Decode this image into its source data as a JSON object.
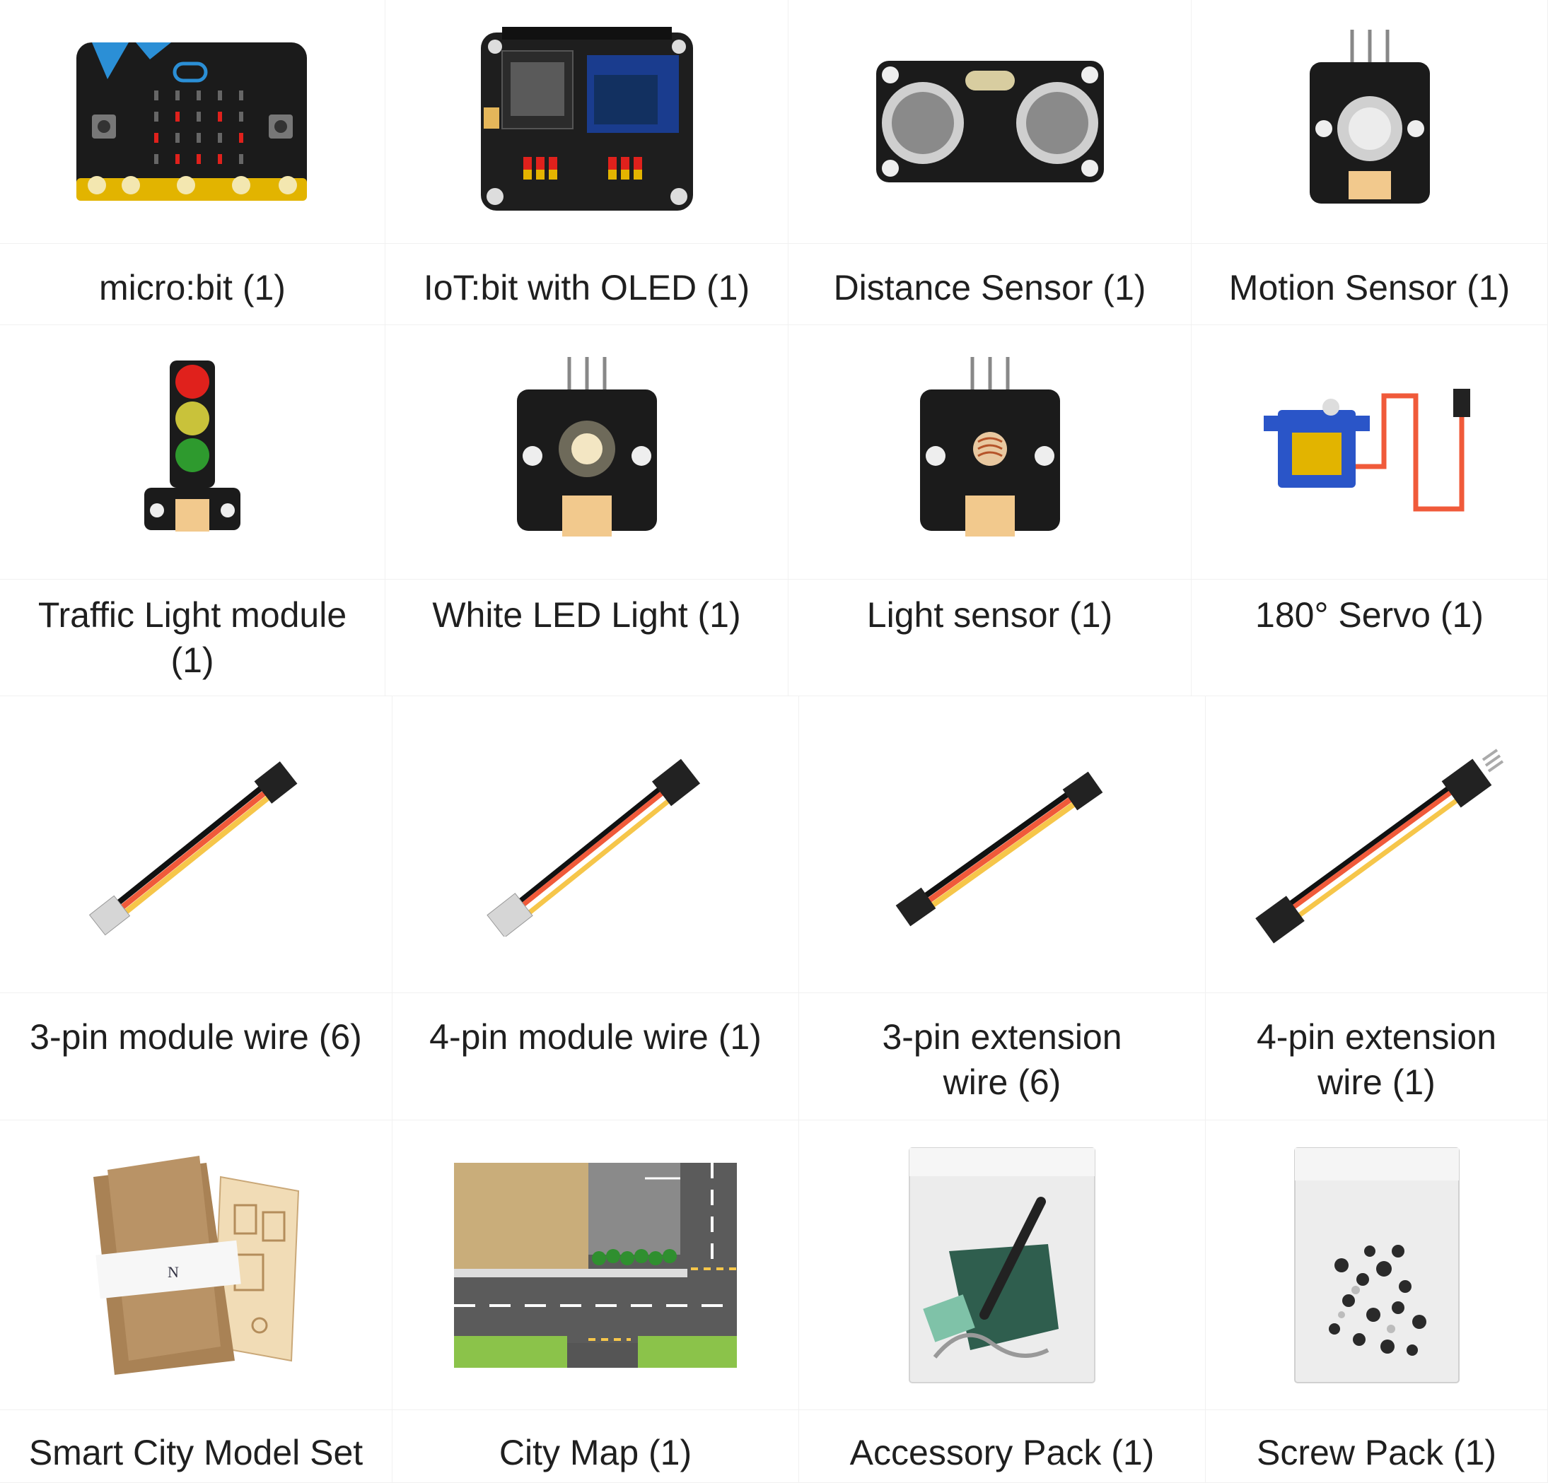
{
  "items": [
    {
      "label": "micro:bit (1)",
      "icon": "microbit-board-icon"
    },
    {
      "label": "IoT:bit with OLED (1)",
      "icon": "iotbit-oled-board-icon"
    },
    {
      "label": "Distance Sensor (1)",
      "icon": "ultrasonic-distance-sensor-icon"
    },
    {
      "label": "Motion Sensor (1)",
      "icon": "pir-motion-sensor-icon"
    },
    {
      "label": "Traffic Light module (1)",
      "icon": "traffic-light-module-icon"
    },
    {
      "label": "White LED Light (1)",
      "icon": "white-led-module-icon"
    },
    {
      "label": "Light sensor (1)",
      "icon": "light-sensor-module-icon"
    },
    {
      "label": "180° Servo (1)",
      "icon": "servo-motor-icon"
    },
    {
      "label": "3-pin module wire (6)",
      "icon": "3pin-module-wire-icon"
    },
    {
      "label": "4-pin module wire (1)",
      "icon": "4pin-module-wire-icon"
    },
    {
      "label": "3-pin extension wire (6)",
      "icon": "3pin-extension-wire-icon"
    },
    {
      "label": "4-pin extension wire (1)",
      "icon": "4pin-extension-wire-icon"
    },
    {
      "label": "Smart City Model Set",
      "icon": "cardboard-model-set-icon"
    },
    {
      "label": "City Map (1)",
      "icon": "city-map-icon"
    },
    {
      "label": "Accessory Pack (1)",
      "icon": "accessory-pack-icon"
    },
    {
      "label": "Screw Pack (1)",
      "icon": "screw-pack-icon"
    }
  ],
  "colors": {
    "board": "#1b1b1b",
    "microbit_blue": "#2b8fd6",
    "gold": "#e2b400",
    "led_red": "#e0211c",
    "wire_red": "#f05a3a",
    "wire_yellow": "#f6c64a",
    "servo_blue": "#2a55c8",
    "cardboard": "#b08a5a"
  }
}
